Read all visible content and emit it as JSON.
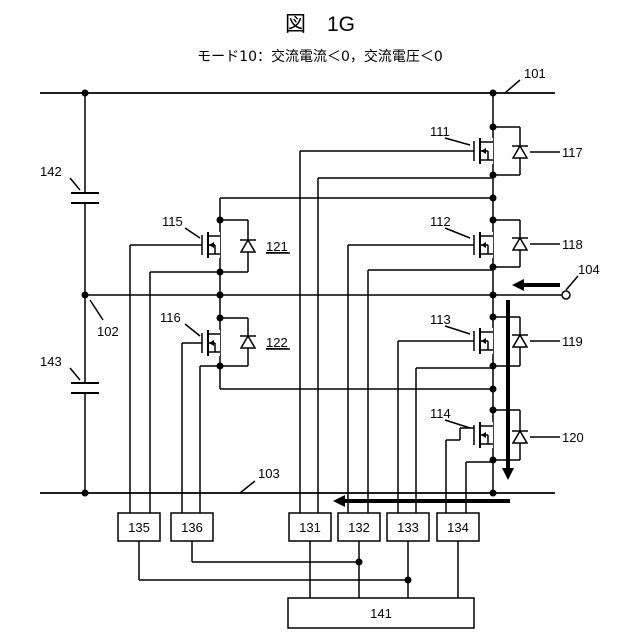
{
  "figure": {
    "title": "図　1G",
    "mode_caption": "モード10：交流電流＜0，交流電圧＜0"
  },
  "labels": {
    "bus_upper": "101",
    "node_mid": "102",
    "bus_lower": "103",
    "terminal_ac": "104",
    "sw_111": "111",
    "sw_112": "112",
    "sw_113": "113",
    "sw_114": "114",
    "sw_115": "115",
    "sw_116": "116",
    "diode_117": "117",
    "diode_118": "118",
    "diode_119": "119",
    "diode_120": "120",
    "diode_121": "121",
    "diode_122": "122",
    "cap_142": "142",
    "cap_143": "143"
  },
  "drivers": [
    "135",
    "136",
    "131",
    "132",
    "133",
    "134"
  ],
  "controller": "141"
}
